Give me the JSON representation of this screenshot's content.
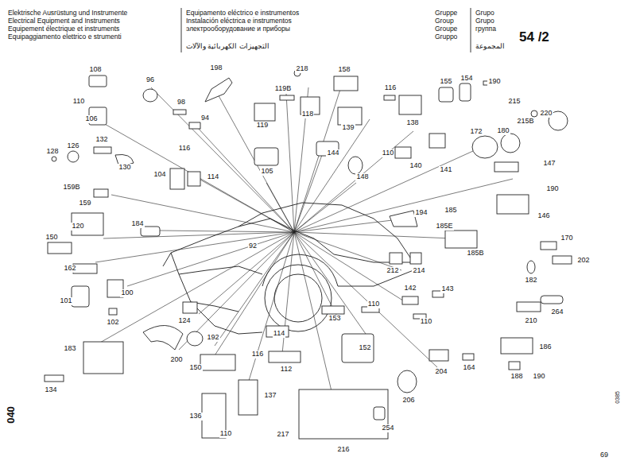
{
  "diagram": {
    "labels": [
      "Elektrische Ausrüstung und Instrumente",
      "Electrical Equipment and Instruments",
      "Equipement électrique et instruments",
      "Equipaggiamento elettrico e strumenti",
      "Equipamento eléctrico e instrumentos",
      "Instalación eléctrica e instrumentos",
      "электрооборудование и приборы",
      "التجهيزات الكهربائية والآلات",
      "Gruppe",
      "Group",
      "Groupe",
      "Gruppo",
      "Grupo",
      "Grupo",
      "группа",
      "المجموعة",
      "54 /2",
      "108",
      "110",
      "106",
      "96",
      "98",
      "94",
      "198",
      "119B",
      "218",
      "158",
      "116",
      "155",
      "154",
      "190",
      "215",
      "215B",
      "220",
      "119",
      "118",
      "139",
      "138",
      "172",
      "180",
      "128",
      "126",
      "132",
      "130",
      "116",
      "104",
      "114",
      "144",
      "148",
      "110",
      "140",
      "141",
      "147",
      "105",
      "159B",
      "159",
      "190",
      "146",
      "184",
      "120",
      "194",
      "185",
      "185E",
      "185B",
      "150",
      "92",
      "170",
      "202",
      "162",
      "212",
      "214",
      "182",
      "100",
      "101",
      "142",
      "143",
      "264",
      "102",
      "124",
      "110",
      "110",
      "153",
      "210",
      "192",
      "114",
      "186",
      "183",
      "200",
      "116",
      "152",
      "150",
      "112",
      "204",
      "164",
      "188",
      "190",
      "134",
      "206",
      "137",
      "136",
      "110",
      "217",
      "216",
      "254",
      "040",
      "0385",
      "69"
    ]
  }
}
